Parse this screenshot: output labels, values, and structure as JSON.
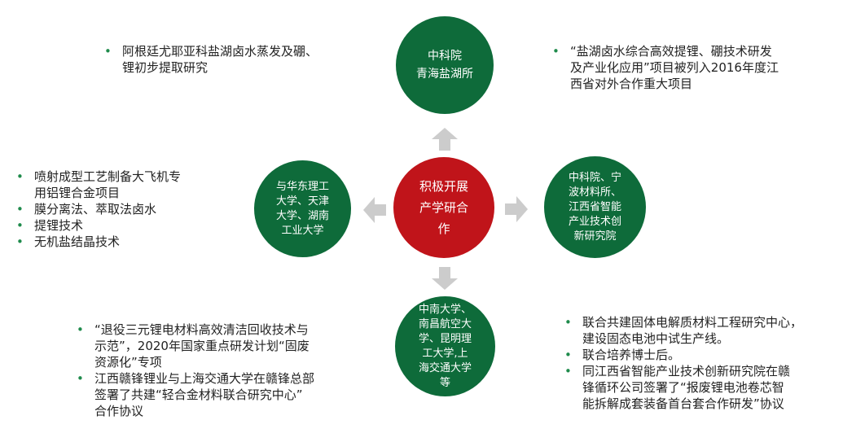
{
  "center": {
    "lines": [
      "积极开展",
      "产学研合",
      "作"
    ]
  },
  "top_circle": {
    "lines": [
      "中科院",
      "青海盐湖所"
    ]
  },
  "left_circle": {
    "lines": [
      "与华东理工",
      "大学、天津",
      "大学、湖南",
      "工业大学"
    ]
  },
  "right_circle": {
    "lines": [
      "中科院、宁",
      "波材料所、",
      "江西省智能",
      "产业技术创",
      "新研究院"
    ]
  },
  "bottom_circle": {
    "lines": [
      "中南大学、",
      "南昌航空大",
      "学、昆明理",
      "工大学,上",
      "海交通大学",
      "等"
    ]
  },
  "top_left": {
    "items": [
      [
        "阿根廷尤耶亚科盐湖卤水蒸发及硼、",
        "锂初步提取研究"
      ]
    ]
  },
  "top_right": {
    "items": [
      [
        "“盐湖卤水综合高效提锂、硼技术研发",
        "及产业化应用”项目被列入2016年度江",
        "西省对外合作重大项目"
      ]
    ]
  },
  "mid_left": {
    "items": [
      [
        "喷射成型工艺制备大飞机专",
        "用铝锂合金项目"
      ],
      [
        "膜分离法、萃取法卤水"
      ],
      [
        "提锂技术"
      ],
      [
        "无机盐结晶技术"
      ]
    ]
  },
  "bottom_left": {
    "items": [
      [
        "“退役三元锂电材料高效清洁回收技术与",
        "示范”，2020年国家重点研发计划“固废",
        "资源化”专项"
      ],
      [
        "江西赣锋锂业与上海交通大学在赣锋总部",
        "签署了共建“轻合金材料联合研究中心”",
        "合作协议"
      ]
    ]
  },
  "bottom_right": {
    "items": [
      [
        "联合共建固体电解质材料工程研究中心，",
        "建设固态电池中试生产线。"
      ],
      [
        "联合培养博士后。"
      ],
      [
        "同江西省智能产业技术创新研究院在赣",
        "锋循环公司签署了“报废锂电池卷芯智",
        "能拆解成套装备首台套合作研发”协议"
      ]
    ]
  },
  "colors": {
    "green": "#0e6b3a",
    "red": "#c0141a",
    "arrow": "#cccccc",
    "bullet": "#1f8b4c"
  }
}
